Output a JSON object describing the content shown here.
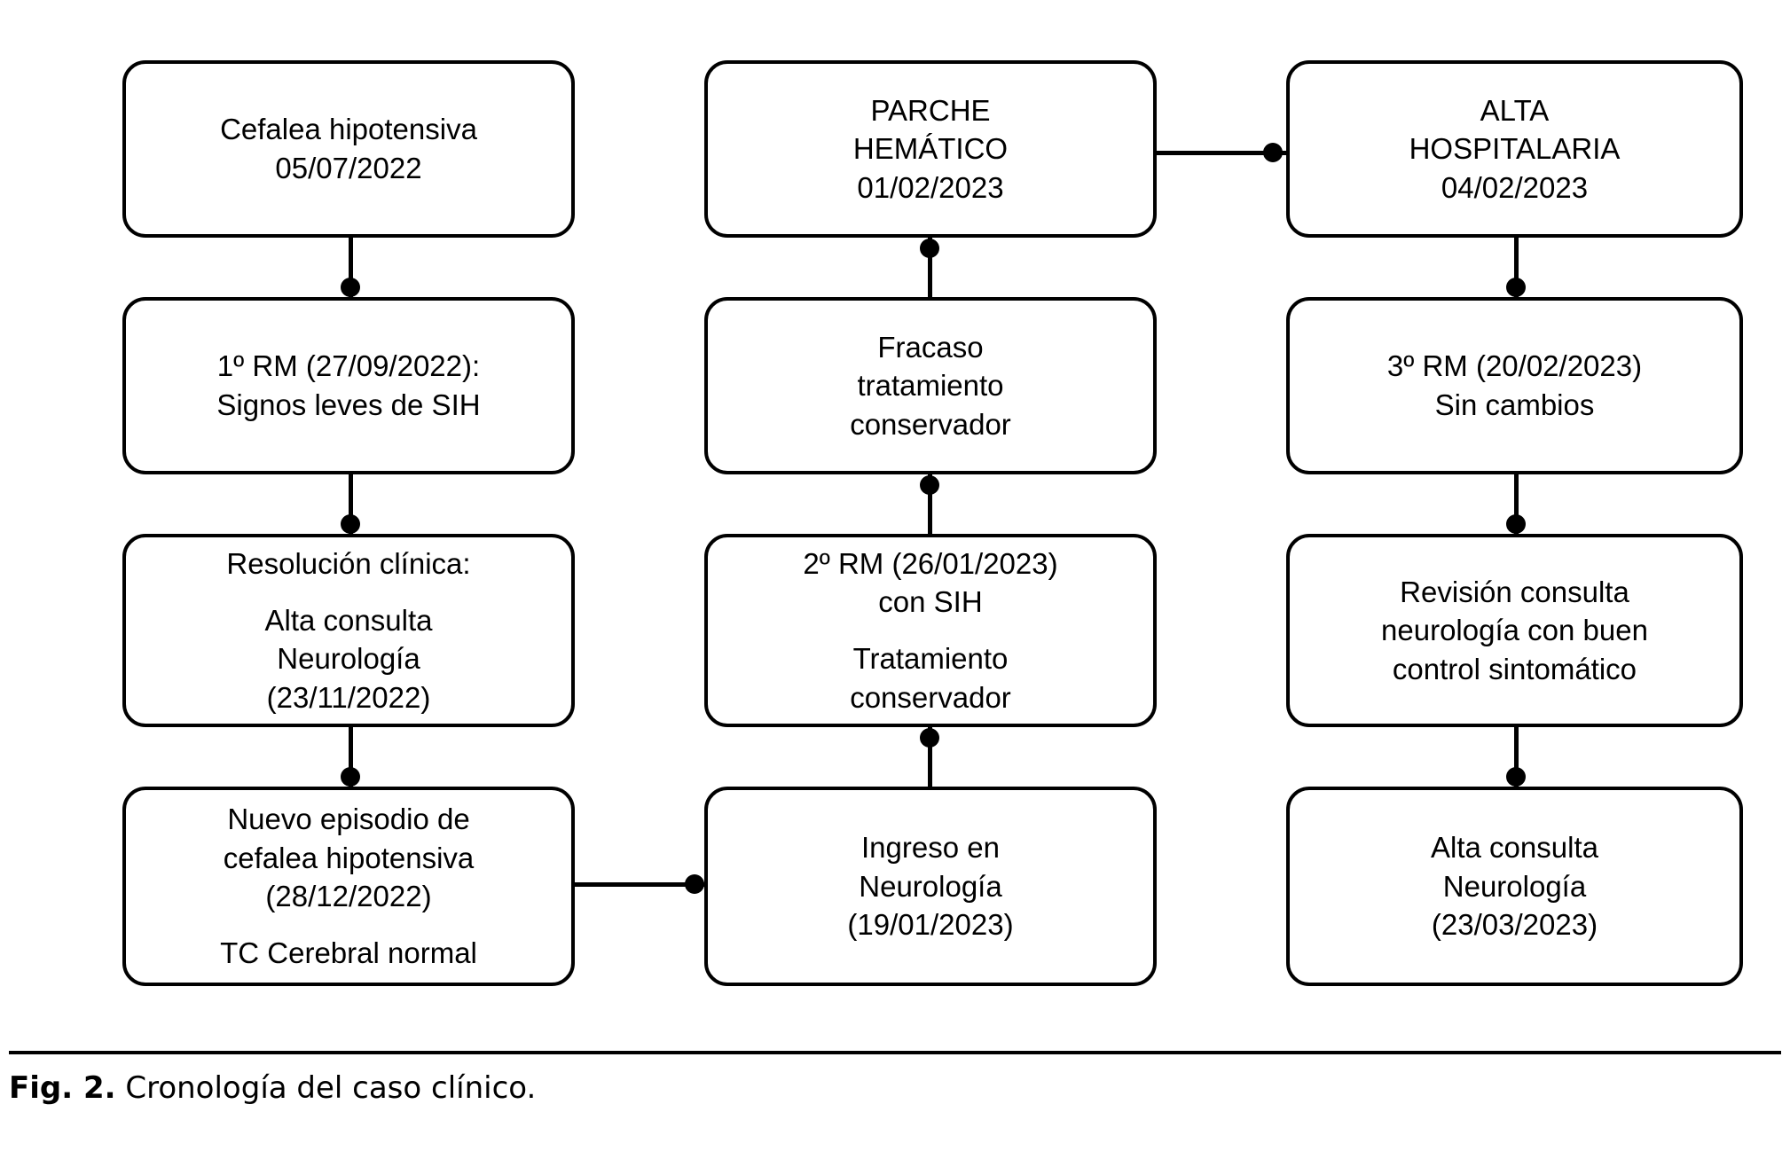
{
  "figure": {
    "caption_label": "Fig. 2.",
    "caption_text": "Cronología del caso clínico.",
    "line_color": "#000000",
    "box_border_color": "#000000",
    "background_color": "#ffffff"
  },
  "columns": [
    {
      "id": "column-1",
      "nodes": [
        {
          "id": "cefalea-hipotensiva",
          "paragraphs": [
            "Cefalea hipotensiva\n05/07/2022"
          ],
          "lines": [
            "Cefalea hipotensiva",
            "05/07/2022"
          ]
        },
        {
          "id": "primera-rm",
          "lines": [
            "1º RM (27/09/2022):",
            "Signos leves de SIH"
          ]
        },
        {
          "id": "resolucion-clinica",
          "lines": [
            "Resolución clínica:",
            "Alta consulta",
            "Neurología",
            "(23/11/2022)"
          ]
        },
        {
          "id": "nuevo-episodio",
          "lines": [
            "Nuevo episodio de",
            "cefalea hipotensiva",
            "(28/12/2022)",
            "TC Cerebral normal"
          ]
        }
      ]
    },
    {
      "id": "column-2",
      "nodes": [
        {
          "id": "parche-hematico",
          "lines": [
            "PARCHE",
            "HEMÁTICO",
            "01/02/2023"
          ]
        },
        {
          "id": "fracaso-tratamiento",
          "lines": [
            "Fracaso",
            "tratamiento",
            "conservador"
          ]
        },
        {
          "id": "segunda-rm",
          "lines": [
            "2º RM (26/01/2023)",
            "con SIH",
            "Tratamiento",
            "conservador"
          ]
        },
        {
          "id": "ingreso-neurologia",
          "lines": [
            "Ingreso en",
            "Neurología",
            "(19/01/2023)"
          ]
        }
      ]
    },
    {
      "id": "column-3",
      "nodes": [
        {
          "id": "alta-hospitalaria",
          "lines": [
            "ALTA",
            "HOSPITALARIA",
            "04/02/2023"
          ]
        },
        {
          "id": "tercera-rm",
          "lines": [
            "3º RM (20/02/2023)",
            "Sin cambios"
          ]
        },
        {
          "id": "revision-consulta",
          "lines": [
            "Revisión consulta",
            "neurología con buen",
            "control sintomático"
          ]
        },
        {
          "id": "alta-consulta",
          "lines": [
            "Alta consulta",
            "Neurología",
            "(23/03/2023)"
          ]
        }
      ]
    }
  ],
  "nodes": {
    "c1r1": {
      "l1": "Cefalea hipotensiva",
      "l2": "05/07/2022"
    },
    "c1r2": {
      "l1": "1º RM (27/09/2022):",
      "l2": "Signos leves de SIH"
    },
    "c1r3": {
      "l1": "Resolución clínica:",
      "l2": "Alta consulta",
      "l3": "Neurología",
      "l4": "(23/11/2022)"
    },
    "c1r4": {
      "l1": "Nuevo episodio de",
      "l2": "cefalea hipotensiva",
      "l3": "(28/12/2022)",
      "l4": "TC Cerebral normal"
    },
    "c2r1": {
      "l1": "PARCHE",
      "l2": "HEMÁTICO",
      "l3": "01/02/2023"
    },
    "c2r2": {
      "l1": "Fracaso",
      "l2": "tratamiento",
      "l3": "conservador"
    },
    "c2r3": {
      "l1": "2º RM (26/01/2023)",
      "l2": "con SIH",
      "l3": "Tratamiento",
      "l4": "conservador"
    },
    "c2r4": {
      "l1": "Ingreso en",
      "l2": "Neurología",
      "l3": "(19/01/2023)"
    },
    "c3r1": {
      "l1": "ALTA",
      "l2": "HOSPITALARIA",
      "l3": "04/02/2023"
    },
    "c3r2": {
      "l1": "3º RM (20/02/2023)",
      "l2": "Sin cambios"
    },
    "c3r3": {
      "l1": "Revisión consulta",
      "l2": "neurología con buen",
      "l3": "control sintomático"
    },
    "c3r4": {
      "l1": "Alta consulta",
      "l2": "Neurología",
      "l3": "(23/03/2023)"
    }
  },
  "flow": {
    "type": "flowchart",
    "direction_column_1": "top-to-bottom",
    "direction_column_2": "bottom-to-top",
    "direction_column_3": "top-to-bottom",
    "edges": [
      {
        "from": "c1r1",
        "to": "c1r2",
        "orientation": "vertical"
      },
      {
        "from": "c1r2",
        "to": "c1r3",
        "orientation": "vertical"
      },
      {
        "from": "c1r3",
        "to": "c1r4",
        "orientation": "vertical"
      },
      {
        "from": "c1r4",
        "to": "c2r4",
        "orientation": "horizontal"
      },
      {
        "from": "c2r4",
        "to": "c2r3",
        "orientation": "vertical"
      },
      {
        "from": "c2r3",
        "to": "c2r2",
        "orientation": "vertical"
      },
      {
        "from": "c2r2",
        "to": "c2r1",
        "orientation": "vertical"
      },
      {
        "from": "c2r1",
        "to": "c3r1",
        "orientation": "horizontal"
      },
      {
        "from": "c3r1",
        "to": "c3r2",
        "orientation": "vertical"
      },
      {
        "from": "c3r2",
        "to": "c3r3",
        "orientation": "vertical"
      },
      {
        "from": "c3r3",
        "to": "c3r4",
        "orientation": "vertical"
      }
    ]
  }
}
